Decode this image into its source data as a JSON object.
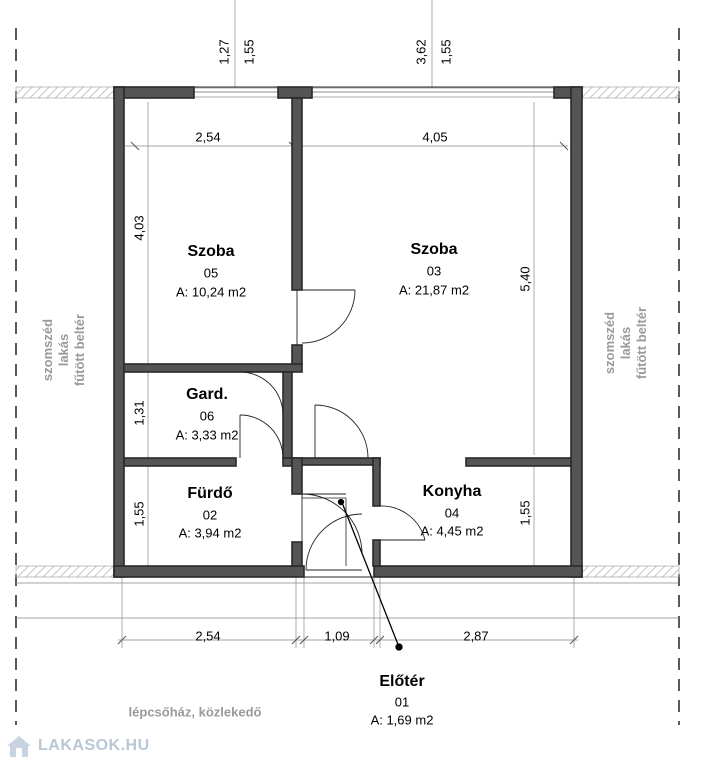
{
  "rooms": [
    {
      "name": "Szoba",
      "number": "05",
      "area": "A: 10,24 m2"
    },
    {
      "name": "Szoba",
      "number": "03",
      "area": "A: 21,87 m2"
    },
    {
      "name": "Gard.",
      "number": "06",
      "area": "A: 3,33 m2"
    },
    {
      "name": "Fürdő",
      "number": "02",
      "area": "A: 3,94 m2"
    },
    {
      "name": "Konyha",
      "number": "04",
      "area": "A: 4,45 m2"
    },
    {
      "name": "Előtér",
      "number": "01",
      "area": "A: 1,69 m2"
    }
  ],
  "dimensions": {
    "top_left_a": "1,27",
    "top_left_b": "1,55",
    "top_right_a": "3,62",
    "top_right_b": "1,55",
    "room05_width": "2,54",
    "room03_width": "4,05",
    "room05_depth": "4,03",
    "room03_depth": "5,40",
    "gard_depth": "1,31",
    "bath_depth": "1,55",
    "kitchen_depth": "1,55",
    "bottom_left": "2,54",
    "bottom_mid": "1,09",
    "bottom_right": "2,87"
  },
  "side_labels": {
    "left": [
      "szomszéd",
      "lakás",
      "fűtött beltér"
    ],
    "right": [
      "szomszéd",
      "lakás",
      "fűtött beltér"
    ]
  },
  "corridor_label": "lépcsőház, közlekedő",
  "logo": {
    "text": "LAKASOK.HU",
    "icon": "house-icon"
  },
  "colors": {
    "wall": "#333333",
    "hatch": "#aaaaaa",
    "side_text": "#9a9a9a",
    "logo": "#b8c6d6"
  }
}
